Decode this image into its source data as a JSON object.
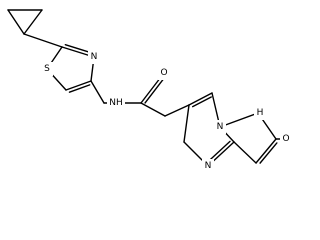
{
  "molecule": {
    "atoms": [
      {
        "id": "S1",
        "text": "S"
      },
      {
        "id": "N1",
        "text": "N"
      },
      {
        "id": "NH",
        "text": "NH"
      },
      {
        "id": "O1",
        "text": "O"
      },
      {
        "id": "N2",
        "text": "N"
      },
      {
        "id": "N3",
        "text": "N"
      },
      {
        "id": "HN",
        "text": "H"
      },
      {
        "id": "O2",
        "text": "O"
      }
    ]
  }
}
